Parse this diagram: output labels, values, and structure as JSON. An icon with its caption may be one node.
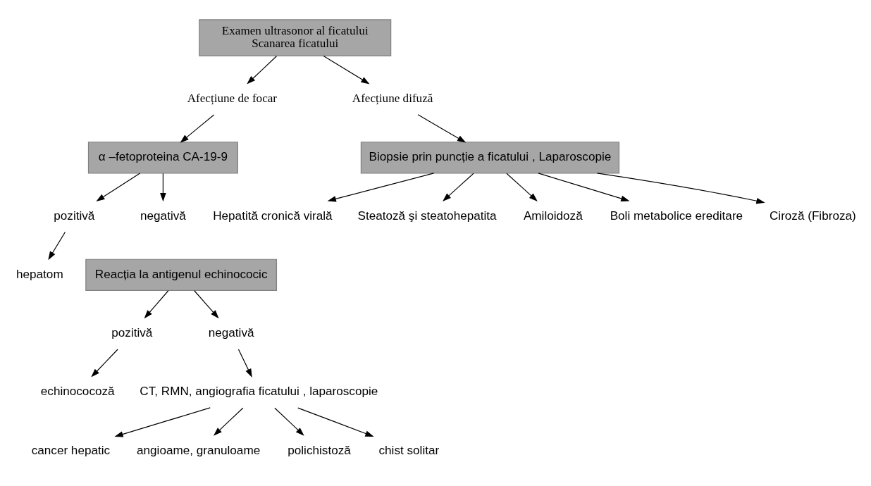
{
  "diagram": {
    "nodes": [
      {
        "text": [
          "Examen ultrasonor al ficatului",
          "Scanarea ficatului"
        ]
      },
      {
        "text": [
          "Afecțiune de focar"
        ]
      },
      {
        "text": [
          "Afecțiune difuză"
        ]
      },
      {
        "text": [
          "α –fetoproteina CA-19-9"
        ]
      },
      {
        "text": [
          "pozitivă"
        ]
      },
      {
        "text": [
          "negativă"
        ]
      },
      {
        "text": [
          "hepatom"
        ]
      },
      {
        "text": [
          "Reacția la antigenul echinococic"
        ]
      },
      {
        "text": [
          "pozitivă"
        ]
      },
      {
        "text": [
          "negativă"
        ]
      },
      {
        "text": [
          "echinococoză"
        ]
      },
      {
        "text": [
          "CT, RMN, angiografia ficatului , laparoscopie"
        ]
      },
      {
        "text": [
          "cancer hepatic"
        ]
      },
      {
        "text": [
          "angioame, granuloame"
        ]
      },
      {
        "text": [
          "polichistoză"
        ]
      },
      {
        "text": [
          "chist solitar"
        ]
      },
      {
        "text": [
          "Biopsie prin puncție a ficatului , Laparoscopie"
        ]
      },
      {
        "text": [
          "Hepatită cronică virală"
        ]
      },
      {
        "text": [
          "Steatoză şi steatohepatita"
        ]
      },
      {
        "text": [
          "Amiloidoză"
        ]
      },
      {
        "text": [
          "Boli metabolice ereditare"
        ]
      },
      {
        "text": [
          "Ciroză (Fibroza)"
        ]
      }
    ],
    "edges": [
      {
        "from": 0,
        "to": 1,
        "arrow": "to"
      },
      {
        "from": 0,
        "to": 2,
        "arrow": "to"
      },
      {
        "from": 1,
        "to": 3,
        "arrow": "to"
      },
      {
        "from": 3,
        "to": 4,
        "arrow": "to"
      },
      {
        "from": 3,
        "to": 5,
        "arrow": "to"
      },
      {
        "from": 4,
        "to": 6,
        "arrow": "to"
      },
      {
        "from": 7,
        "to": 8,
        "arrow": "to"
      },
      {
        "from": 7,
        "to": 9,
        "arrow": "to"
      },
      {
        "from": 8,
        "to": 10,
        "arrow": "to"
      },
      {
        "from": 9,
        "to": 11,
        "arrow": "to"
      },
      {
        "from": 11,
        "to": 12,
        "arrow": "to"
      },
      {
        "from": 11,
        "to": 13,
        "arrow": "to"
      },
      {
        "from": 11,
        "to": 14,
        "arrow": "to"
      },
      {
        "from": 11,
        "to": 15,
        "arrow": "to"
      },
      {
        "from": 2,
        "to": 16,
        "arrow": "to"
      },
      {
        "from": 16,
        "to": 17,
        "arrow": "to"
      },
      {
        "from": 16,
        "to": 18,
        "arrow": "to"
      },
      {
        "from": 16,
        "to": 19,
        "arrow": "to"
      },
      {
        "from": 16,
        "to": 20,
        "arrow": "to"
      },
      {
        "from": 16,
        "to": 21,
        "arrow": "to"
      }
    ]
  }
}
